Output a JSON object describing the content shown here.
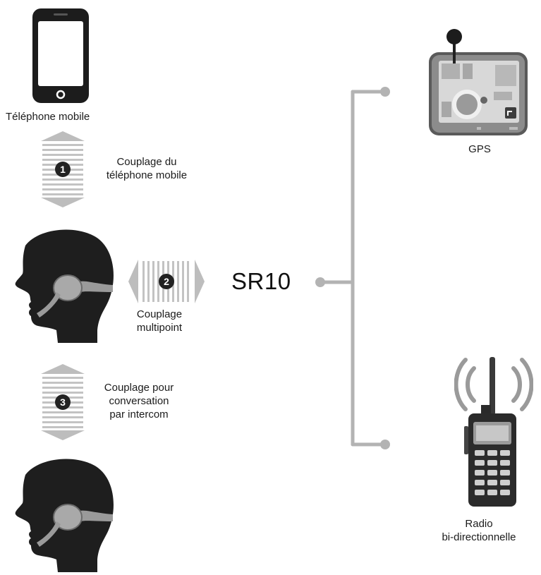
{
  "center_label": "SR10",
  "devices": {
    "phone_label": "Téléphone mobile",
    "gps_label": "GPS",
    "radio_label_line1": "Radio",
    "radio_label_line2": "bi-directionnelle"
  },
  "steps": [
    {
      "num": "1",
      "line1": "Couplage du",
      "line2": "téléphone mobile",
      "line3": ""
    },
    {
      "num": "2",
      "line1": "Couplage",
      "line2": "multipoint",
      "line3": ""
    },
    {
      "num": "3",
      "line1": "Couplage pour",
      "line2": "conversation",
      "line3": "par intercom"
    }
  ],
  "colors": {
    "connector": "#b3b3b3",
    "arrow": "#bdbdbd",
    "silhouette": "#1e1e1e",
    "headset": "#9a9a9a"
  }
}
